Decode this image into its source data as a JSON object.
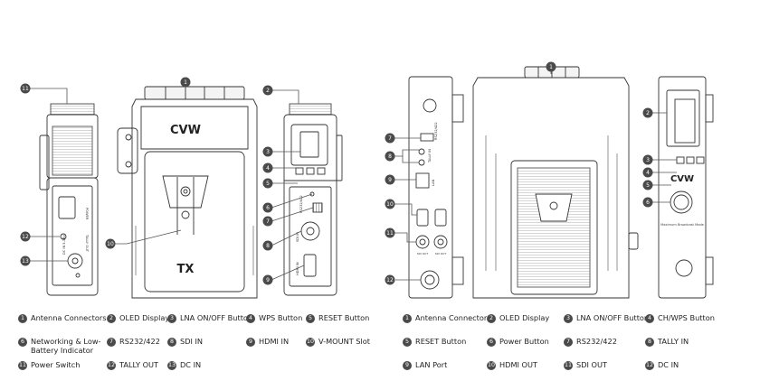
{
  "figure": {
    "brand_logo": "CVW",
    "tx_mark": "TX",
    "tx_side_left_labels": [
      "POWER",
      "TALLY OUT",
      "DC IN 5-18V"
    ],
    "tx_side_right_labels": [
      "RS232/422",
      "SDI IN",
      "HDMI IN"
    ],
    "rx_side_left_labels": [
      "RS232/422",
      "TALLY IN",
      "LAN"
    ],
    "rx_connector_labels": [
      "SDI OUT",
      "SDI OUT"
    ],
    "rx_side_panel_text": "Maximum Broadcast Mode"
  },
  "tx_legend": [
    {
      "num": "1",
      "label": "Antenna Connectors"
    },
    {
      "num": "2",
      "label": "OLED Display"
    },
    {
      "num": "3",
      "label": "LNA ON/OFF Button"
    },
    {
      "num": "4",
      "label": "WPS Button"
    },
    {
      "num": "5",
      "label": "RESET Button"
    },
    {
      "num": "6",
      "label": "Networking & Low-\nBattery Indicator"
    },
    {
      "num": "7",
      "label": "RS232/422"
    },
    {
      "num": "8",
      "label": "SDI IN"
    },
    {
      "num": "9",
      "label": "HDMI IN"
    },
    {
      "num": "10",
      "label": "V-MOUNT Slot"
    },
    {
      "num": "11",
      "label": "Power Switch"
    },
    {
      "num": "12",
      "label": "TALLY OUT"
    },
    {
      "num": "13",
      "label": "DC IN"
    }
  ],
  "rx_legend": [
    {
      "num": "1",
      "label": "Antenna Connectors"
    },
    {
      "num": "2",
      "label": "OLED Display"
    },
    {
      "num": "3",
      "label": "LNA ON/OFF Button"
    },
    {
      "num": "4",
      "label": "CH/WPS Button"
    },
    {
      "num": "5",
      "label": "RESET Button"
    },
    {
      "num": "6",
      "label": "Power Button"
    },
    {
      "num": "7",
      "label": "RS232/422"
    },
    {
      "num": "8",
      "label": "TALLY IN"
    },
    {
      "num": "9",
      "label": "LAN Port"
    },
    {
      "num": "10",
      "label": "HDMI OUT"
    },
    {
      "num": "11",
      "label": "SDI OUT"
    },
    {
      "num": "12",
      "label": "DC IN"
    }
  ],
  "diagram_callouts": {
    "tx_left": [
      "11",
      "12",
      "13"
    ],
    "tx_front": [
      "1",
      "10"
    ],
    "tx_right": [
      "2",
      "3",
      "4",
      "5",
      "6",
      "7",
      "8",
      "9"
    ],
    "rx_left": [
      "7",
      "8",
      "9",
      "10",
      "11",
      "12"
    ],
    "rx_back": [
      "1"
    ],
    "rx_right": [
      "2",
      "3",
      "4",
      "5",
      "6"
    ]
  }
}
